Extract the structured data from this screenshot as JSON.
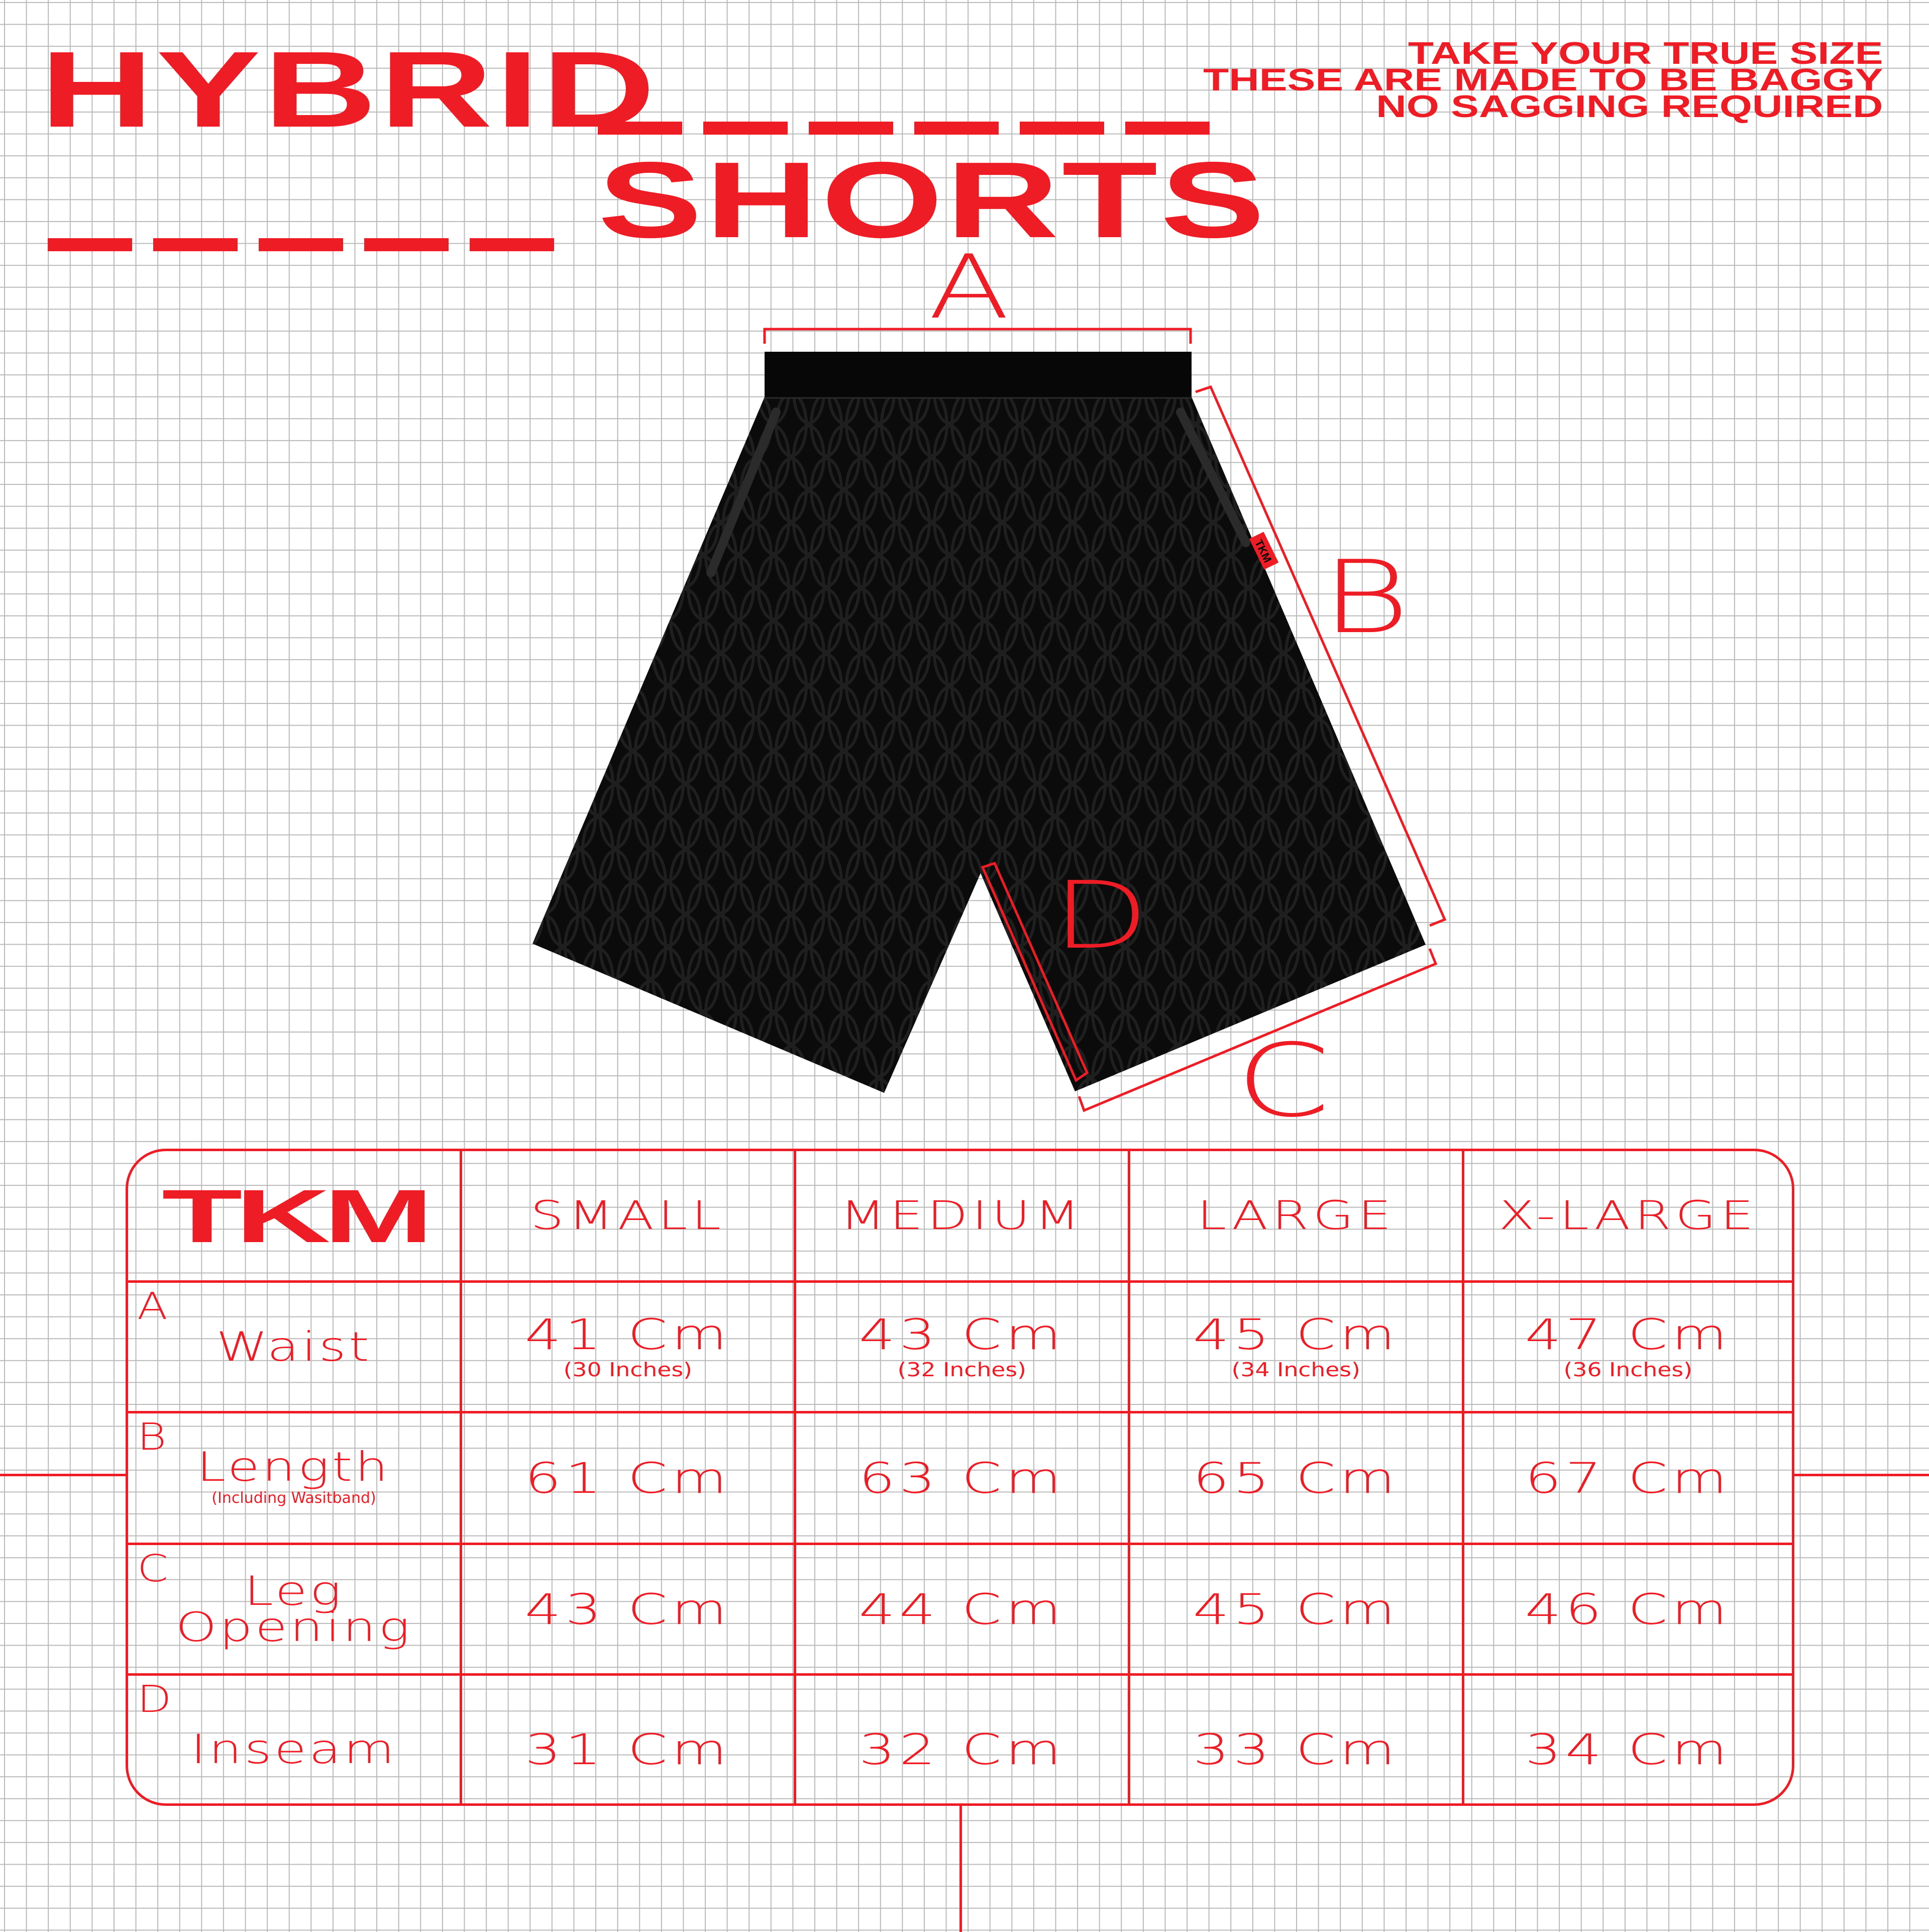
{
  "title": {
    "line1": "HYBRID",
    "line2": "SHORTS"
  },
  "note": [
    "TAKE YOUR TRUE SIZE",
    "THESE ARE MADE TO BE BAGGY",
    "NO SAGGING REQUIRED"
  ],
  "diagram": {
    "label_a": "A",
    "label_b": "B",
    "label_c": "C",
    "label_d": "D",
    "tag_text": "TKM"
  },
  "colors": {
    "accent": "#ee1c25",
    "garment": "#0b0b0b",
    "grid": "#b9b9b9"
  },
  "table": {
    "logo": "TKM",
    "headers": [
      "SMALL",
      "MEDIUM",
      "LARGE",
      "X-LARGE"
    ],
    "rows": [
      {
        "letter": "A",
        "label": "Waist",
        "sublabel": "",
        "values": [
          "41 Cm",
          "43 Cm",
          "45 Cm",
          "47 Cm"
        ],
        "subvalues": [
          "(30 Inches)",
          "(32 Inches)",
          "(34 Inches)",
          "(36 Inches)"
        ]
      },
      {
        "letter": "B",
        "label": "Length",
        "sublabel": "(Including Wasitband)",
        "values": [
          "61 Cm",
          "63 Cm",
          "65 Cm",
          "67 Cm"
        ],
        "subvalues": []
      },
      {
        "letter": "C",
        "label": "Leg Opening",
        "sublabel": "",
        "label_lines": [
          "Leg",
          "Opening"
        ],
        "values": [
          "43 Cm",
          "44 Cm",
          "45 Cm",
          "46 Cm"
        ],
        "subvalues": []
      },
      {
        "letter": "D",
        "label": "Inseam",
        "sublabel": "",
        "values": [
          "31 Cm",
          "32 Cm",
          "33 Cm",
          "34 Cm"
        ],
        "subvalues": []
      }
    ]
  }
}
